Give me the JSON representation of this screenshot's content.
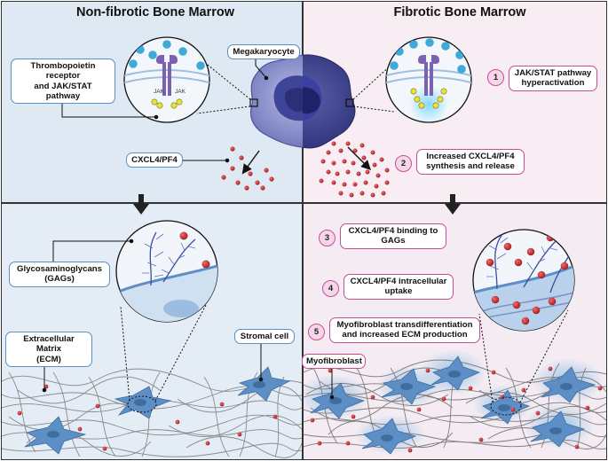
{
  "panels": {
    "non_fibrotic": {
      "title": "Non-fibrotic Bone Marrow"
    },
    "fibrotic": {
      "title": "Fibrotic Bone Marrow"
    }
  },
  "labels": {
    "tpo_receptor": "Thrombopoietin receptor\nand JAK/STAT\npathway",
    "megakaryocyte": "Megakaryocyte",
    "cxcl4_left": "CXCL4/PF4",
    "jak": "JAK",
    "glycosaminoglycans": "Glycosaminoglycans\n(GAGs)",
    "ecm": "Extracellular Matrix\n(ECM)",
    "stromal_cell": "Stromal cell",
    "myofibroblast": "Myofibroblast"
  },
  "steps": [
    {
      "number": "1",
      "text": "JAK/STAT pathway\nhyperactivation"
    },
    {
      "number": "2",
      "text": "Increased CXCL4/PF4\nsynthesis and release"
    },
    {
      "number": "3",
      "text": "CXCL4/PF4 binding to\nGAGs"
    },
    {
      "number": "4",
      "text": "CXCL4/PF4 intracellular\nuptake"
    },
    {
      "number": "5",
      "text": "Myofibroblast transdifferentiation\nand increased ECM production"
    }
  ],
  "colors": {
    "panel_blue": "#dfe9f3",
    "panel_pink": "#f7edf3",
    "label_border_blue": "#5a8fc0",
    "label_border_pink": "#c74d94",
    "cxcl4_dot": "#b8262b",
    "megakaryocyte": "#6b73b8",
    "receptor": "#7a62b0",
    "ligand": "#3fa9d8",
    "stromal": "#5d8fc6",
    "myofibroblast_glow": "#9cc4ea",
    "fiber": "#8a8a8a"
  }
}
